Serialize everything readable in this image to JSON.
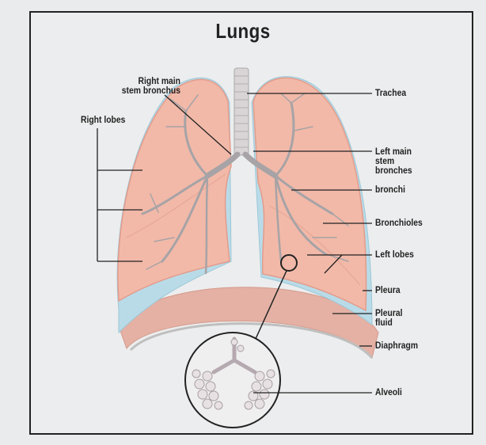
{
  "title": "Lungs",
  "labels": {
    "right_main_stem_bronchus": "Right main\nstem bronchus",
    "right_lobes": "Right lobes",
    "trachea": "Trachea",
    "left_main_stem_bronches": "Left main\nstem\nbronches",
    "bronchi": "bronchi",
    "bronchioles": "Bronchioles",
    "left_lobes": "Left lobes",
    "pleura": "Pleura",
    "pleural_fluid": "Pleural\nfluid",
    "diaphragm": "Diaphragm",
    "alveoli": "Alveoli"
  },
  "colors": {
    "lung_fill": "#f2b9a8",
    "lung_edge": "#e39c8c",
    "pleura": "#b9dbe8",
    "diaphragm": "#e4b1a4",
    "airway": "#c9c2c6",
    "leader_line": "#222222"
  }
}
